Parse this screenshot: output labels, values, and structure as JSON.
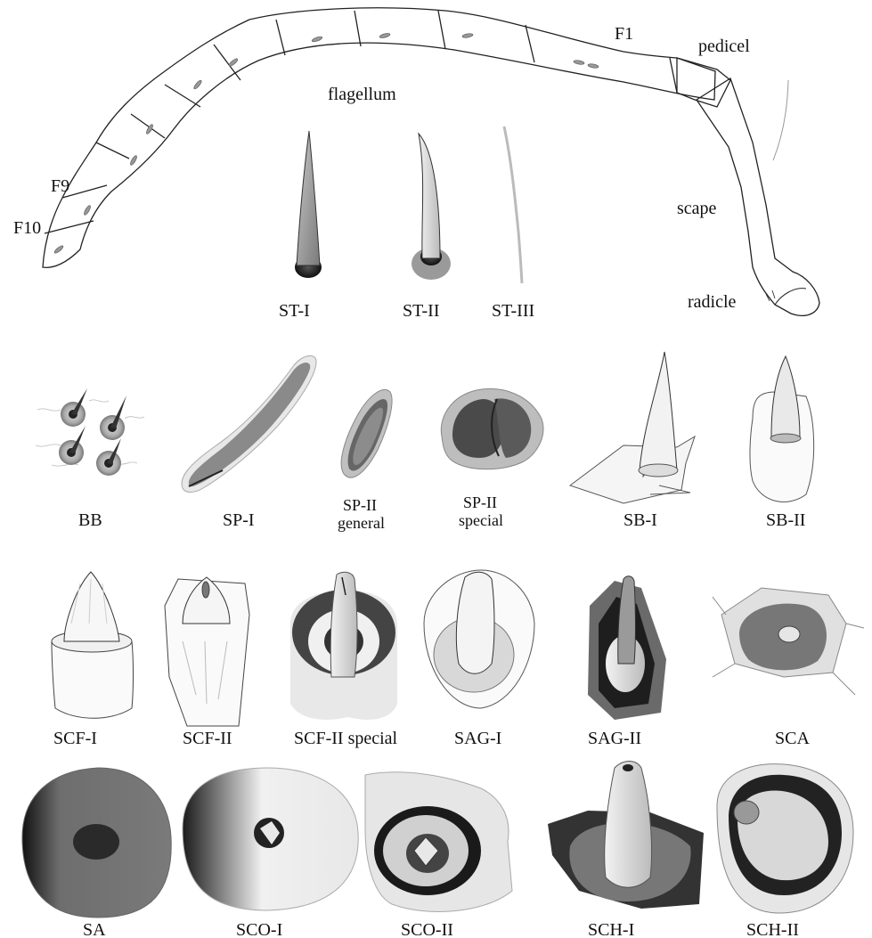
{
  "antenna": {
    "flagellum": "flagellum",
    "f1": "F1",
    "f9": "F9",
    "f10": "F10",
    "pedicel": "pedicel",
    "scape": "scape",
    "radicle": "radicle"
  },
  "row1": {
    "st1": "ST-I",
    "st2": "ST-II",
    "st3": "ST-III"
  },
  "row2": {
    "bb": "BB",
    "sp1": "SP-I",
    "sp2g_a": "SP-II",
    "sp2g_b": "general",
    "sp2s_a": "SP-II",
    "sp2s_b": "special",
    "sb1": "SB-I",
    "sb2": "SB-II"
  },
  "row3": {
    "scf1": "SCF-I",
    "scf2": "SCF-II",
    "scf2s": "SCF-II special",
    "sag1": "SAG-I",
    "sag2": "SAG-II",
    "sca": "SCA"
  },
  "row4": {
    "sa": "SA",
    "sco1": "SCO-I",
    "sco2": "SCO-II",
    "sch1": "SCH-I",
    "sch2": "SCH-II"
  }
}
